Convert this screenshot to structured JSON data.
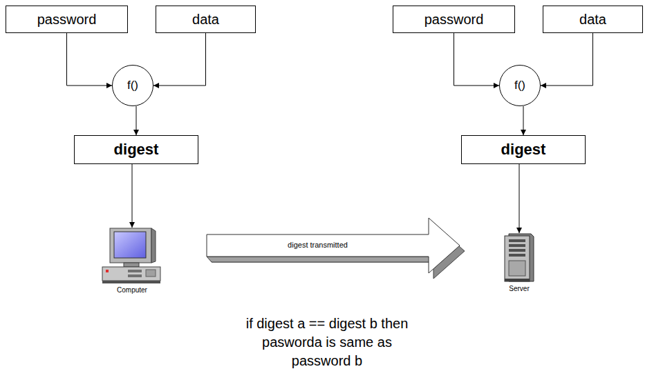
{
  "diagram": {
    "nodes": [
      {
        "text": [
          "password"
        ]
      },
      {
        "text": [
          "data"
        ]
      },
      {
        "text": [
          "password"
        ]
      },
      {
        "text": [
          "data"
        ]
      },
      {
        "text": [
          "f()"
        ]
      },
      {
        "text": [
          "f()"
        ]
      },
      {
        "text": [
          "digest"
        ]
      },
      {
        "text": [
          "digest"
        ]
      },
      {
        "text": [
          "Computer"
        ]
      },
      {
        "text": [
          "Server"
        ]
      }
    ],
    "edges": [
      {
        "from": 0,
        "to": 4,
        "arrow": "to"
      },
      {
        "from": 1,
        "to": 4,
        "arrow": "to"
      },
      {
        "from": 4,
        "to": 6,
        "arrow": "to"
      },
      {
        "from": 6,
        "to": 8,
        "arrow": "to"
      },
      {
        "from": 2,
        "to": 5,
        "arrow": "to"
      },
      {
        "from": 3,
        "to": 5,
        "arrow": "to"
      },
      {
        "from": 5,
        "to": 7,
        "arrow": "to"
      },
      {
        "from": 7,
        "to": 9,
        "arrow": "to"
      },
      {
        "from": 8,
        "to": 9,
        "label": "digest transmitted",
        "arrow": "to"
      }
    ],
    "labels": [
      "if digest a == digest b then pasworda is same as password b"
    ]
  }
}
